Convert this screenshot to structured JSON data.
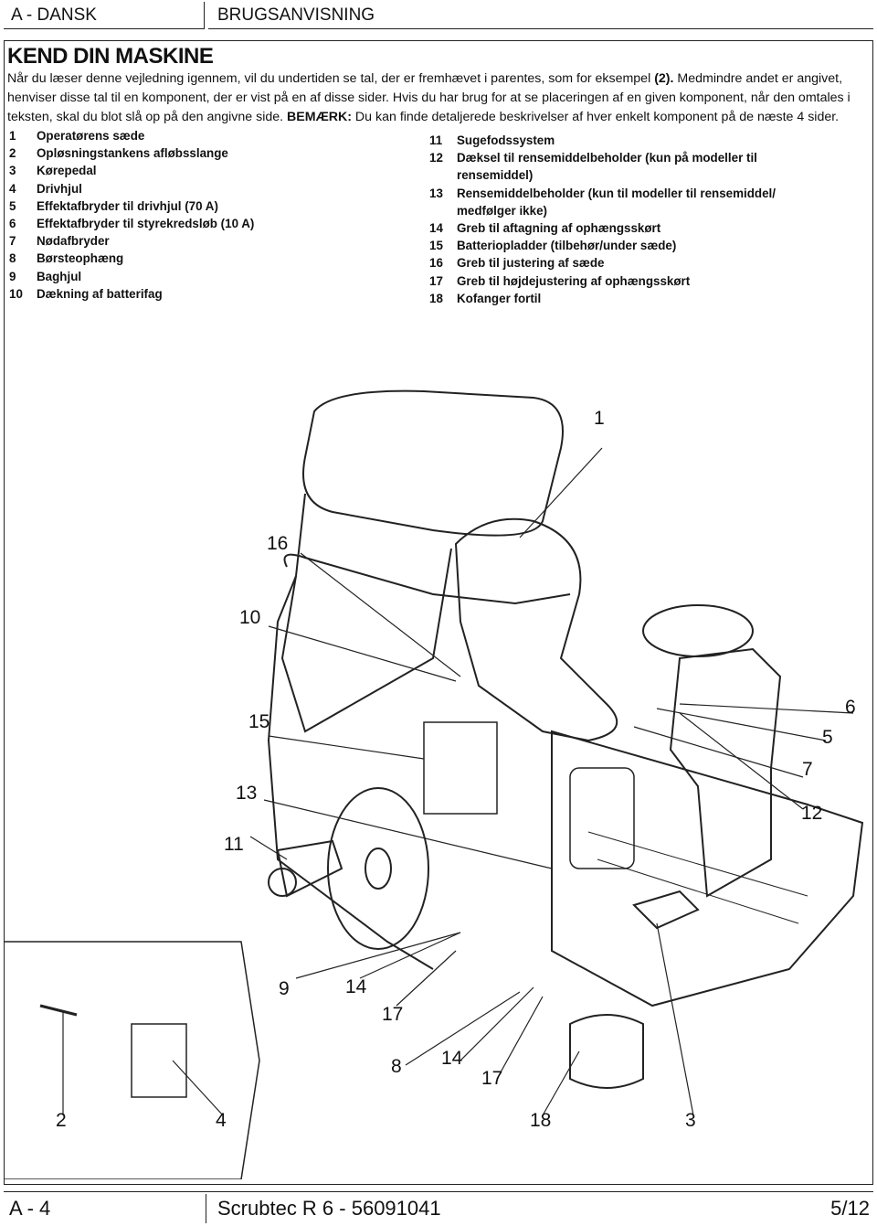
{
  "header": {
    "section": "A - DANSK",
    "title": "BRUGSANVISNING"
  },
  "page_title": "KEND DIN MASKINE",
  "intro": {
    "p1": "Når du læser denne vejledning igennem, vil du undertiden se tal, der er fremhævet i parentes, som for eksempel",
    "p1_bold": "(2).",
    "p2": " Medmindre andet er angivet, henviser disse tal til en komponent, der er vist på en af disse sider. Hvis du har brug for at se placeringen af en given komponent, når den omtales i teksten, skal du blot slå op på den angivne side.",
    "note_label": "BEMÆRK:",
    "note_text": " Du kan finde detaljerede beskrivelser af hver enkelt komponent på de næste 4 sider."
  },
  "components_left": [
    {
      "num": "1",
      "label": "Operatørens sæde"
    },
    {
      "num": "2",
      "label": "Opløsningstankens afløbsslange"
    },
    {
      "num": "3",
      "label": "Kørepedal"
    },
    {
      "num": "4",
      "label": "Drivhjul"
    },
    {
      "num": "5",
      "label": "Effektafbryder til drivhjul (70 A)"
    },
    {
      "num": "6",
      "label": "Effektafbryder til styrekredsløb (10 A)"
    },
    {
      "num": "7",
      "label": "Nødafbryder"
    },
    {
      "num": "8",
      "label": "Børsteophæng"
    },
    {
      "num": "9",
      "label": "Baghjul"
    },
    {
      "num": "10",
      "label": "Dækning af batterifag"
    }
  ],
  "components_right": [
    {
      "num": "11",
      "label": "Sugefodssystem"
    },
    {
      "num": "12",
      "label": "Dæksel til rensemiddelbeholder (kun på modeller til"
    },
    {
      "num": "",
      "label": "rensemiddel)"
    },
    {
      "num": "13",
      "label": "Rensemiddelbeholder (kun til modeller til rensemiddel/"
    },
    {
      "num": "",
      "label": "medfølger ikke)"
    },
    {
      "num": "14",
      "label": "Greb til aftagning af ophængsskørt"
    },
    {
      "num": "15",
      "label": "Batteriopladder (tilbehør/under sæde)"
    },
    {
      "num": "16",
      "label": "Greb til justering af sæde"
    },
    {
      "num": "17",
      "label": "Greb til højdejustering af ophængsskørt"
    },
    {
      "num": "18",
      "label": "Kofanger fortil"
    }
  ],
  "callouts": {
    "c1": "1",
    "c16": "16",
    "c10": "10",
    "c15": "15",
    "c13": "13",
    "c11": "11",
    "c6": "6",
    "c5": "5",
    "c7": "7",
    "c12": "12",
    "c9": "9",
    "c14a": "14",
    "c17a": "17",
    "c8": "8",
    "c14b": "14",
    "c17b": "17",
    "c2": "2",
    "c4": "4",
    "c18": "18",
    "c3": "3"
  },
  "footer": {
    "page": "A - 4",
    "model": "Scrubtec R 6 - 56091041",
    "pages": "5/12"
  }
}
